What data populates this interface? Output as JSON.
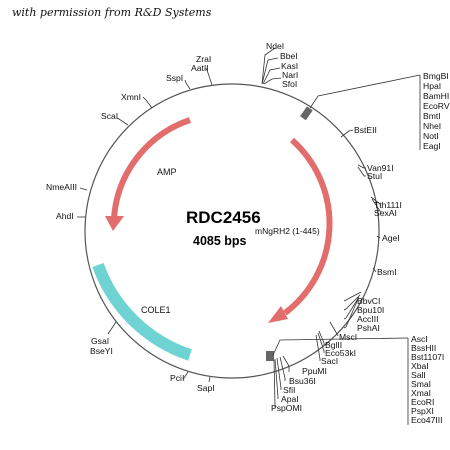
{
  "credit": "with permission from R&D Systems",
  "plasmid": {
    "name": "RDC2456",
    "size": "4085 bps",
    "insert": "mNgRH2 (1-445)"
  },
  "features": {
    "amp": {
      "label": "AMP",
      "color": "#e36c6c"
    },
    "cole1": {
      "label": "COLE1",
      "color": "#6fd3d3"
    },
    "insert_arrow": {
      "color": "#e36c6c"
    }
  },
  "sites": {
    "top": [
      "NdeI",
      "BbeI",
      "KasI",
      "NarI",
      "SfoI"
    ],
    "left_top": [
      "ZraI",
      "AatII",
      "SspI"
    ],
    "xmn": "XmnI",
    "sca": "ScaI",
    "nme": "NmeAIII",
    "ahd": "AhdI",
    "mcs1": [
      "BmgBI",
      "HpaI",
      "BamHI",
      "EcoRV",
      "BmtI",
      "NheI",
      "NotI",
      "EagI"
    ],
    "bst": "BstEII",
    "van": [
      "Van91I",
      "StuI"
    ],
    "tth": [
      "Tth111I",
      "SexAI"
    ],
    "age": "AgeI",
    "bsm": "BsmI",
    "bbv": [
      "BbvCI",
      "Bpu10I",
      "AccIII",
      "PshAI"
    ],
    "msc": "MscI",
    "bgl": [
      "BglII",
      "Eco53kI",
      "SacI"
    ],
    "mcs2": [
      "AscI",
      "BssHII",
      "Bst1107I",
      "XbaI",
      "SalI",
      "SmaI",
      "XmaI",
      "EcoRI",
      "PspXI",
      "Eco47III"
    ],
    "ppu": [
      "PpuMI",
      "Bsu36I",
      "SfiI",
      "ApaI",
      "PspOMI"
    ],
    "gsa": [
      "GsaI",
      "BseYI"
    ],
    "pci": "PciI",
    "sap": "SapI"
  }
}
